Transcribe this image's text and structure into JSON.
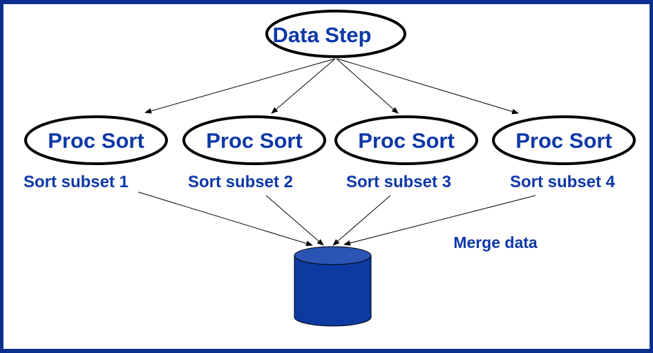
{
  "diagram": {
    "source_node": {
      "label": "Data Step"
    },
    "sort_nodes": [
      {
        "label": "Proc Sort",
        "subset_label": "Sort subset 1"
      },
      {
        "label": "Proc Sort",
        "subset_label": "Sort subset 2"
      },
      {
        "label": "Proc Sort",
        "subset_label": "Sort subset 3"
      },
      {
        "label": "Proc Sort",
        "subset_label": "Sort subset 4"
      }
    ],
    "merge_node": {
      "label": "Merge data",
      "shape": "database-cylinder"
    },
    "edges": [
      {
        "from": "Data Step",
        "to": "Proc Sort 1"
      },
      {
        "from": "Data Step",
        "to": "Proc Sort 2"
      },
      {
        "from": "Data Step",
        "to": "Proc Sort 3"
      },
      {
        "from": "Data Step",
        "to": "Proc Sort 4"
      },
      {
        "from": "Sort subset 1",
        "to": "Merge data"
      },
      {
        "from": "Sort subset 2",
        "to": "Merge data"
      },
      {
        "from": "Sort subset 3",
        "to": "Merge data"
      },
      {
        "from": "Sort subset 4",
        "to": "Merge data"
      }
    ],
    "colors": {
      "frame": "#0a2f8c",
      "text": "#0d38a8",
      "cylinder_body": "#0d3aa0",
      "cylinder_top": "#2a55b5",
      "outline": "#000000"
    }
  }
}
